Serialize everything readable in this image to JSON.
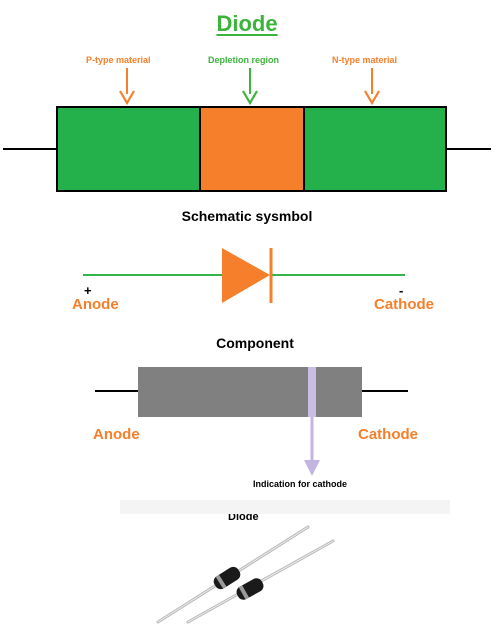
{
  "title": "Diode",
  "colors": {
    "green_text": "#3cb43c",
    "orange": "#f57f2a",
    "p_region": "#24b14c",
    "depletion_region": "#f57f2a",
    "n_region": "#24b14c",
    "schematic_line": "#33b54a",
    "component_body": "#808080",
    "cathode_band": "#c9bde6",
    "indicator_arrow": "#c3b5e2"
  },
  "labels": {
    "p_type": "P-type material",
    "depletion": "Depletion region",
    "n_type": "N-type material"
  },
  "schematic": {
    "heading": "Schematic sysmbol",
    "plus": "+",
    "minus": "-",
    "anode": "Anode",
    "cathode": "Cathode"
  },
  "component": {
    "heading": "Component",
    "anode": "Anode",
    "cathode": "Cathode",
    "indication": "Indication for cathode"
  },
  "photo": {
    "heading": "Diode"
  }
}
